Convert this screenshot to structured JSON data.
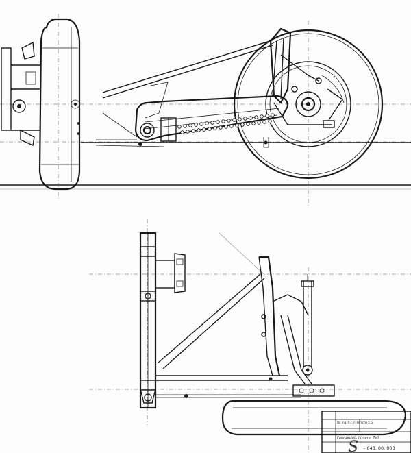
{
  "drawing": {
    "views": [
      "side-elevation",
      "plan-view"
    ]
  },
  "title_block": {
    "company": "Dr. Ing. h.c. F. Porsche K.G.",
    "part_title": "Fahrgestell, hinterer Teil",
    "drawing_number": "– 643. 00. 003",
    "sheet_mark": "S"
  }
}
